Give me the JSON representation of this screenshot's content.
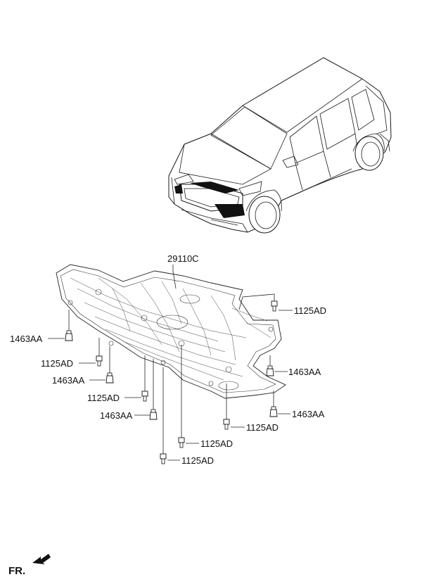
{
  "diagram": {
    "main_part_label": "29110C",
    "front_indicator": "FR.",
    "callouts": [
      {
        "id": "bolt-1125AD-top-right",
        "part": "1125AD"
      },
      {
        "id": "clip-1463AA-left",
        "part": "1463AA"
      },
      {
        "id": "bolt-1125AD-left-1",
        "part": "1125AD"
      },
      {
        "id": "clip-1463AA-left-2",
        "part": "1463AA"
      },
      {
        "id": "bolt-1125AD-left-2",
        "part": "1125AD"
      },
      {
        "id": "clip-1463AA-left-3",
        "part": "1463AA"
      },
      {
        "id": "clip-1463AA-right-1",
        "part": "1463AA"
      },
      {
        "id": "clip-1463AA-right-2",
        "part": "1463AA"
      },
      {
        "id": "bolt-1125AD-bottom-1",
        "part": "1125AD"
      },
      {
        "id": "bolt-1125AD-bottom-2",
        "part": "1125AD"
      },
      {
        "id": "bolt-1125AD-bottom-3",
        "part": "1125AD"
      }
    ],
    "highlight_color": "#111111"
  }
}
